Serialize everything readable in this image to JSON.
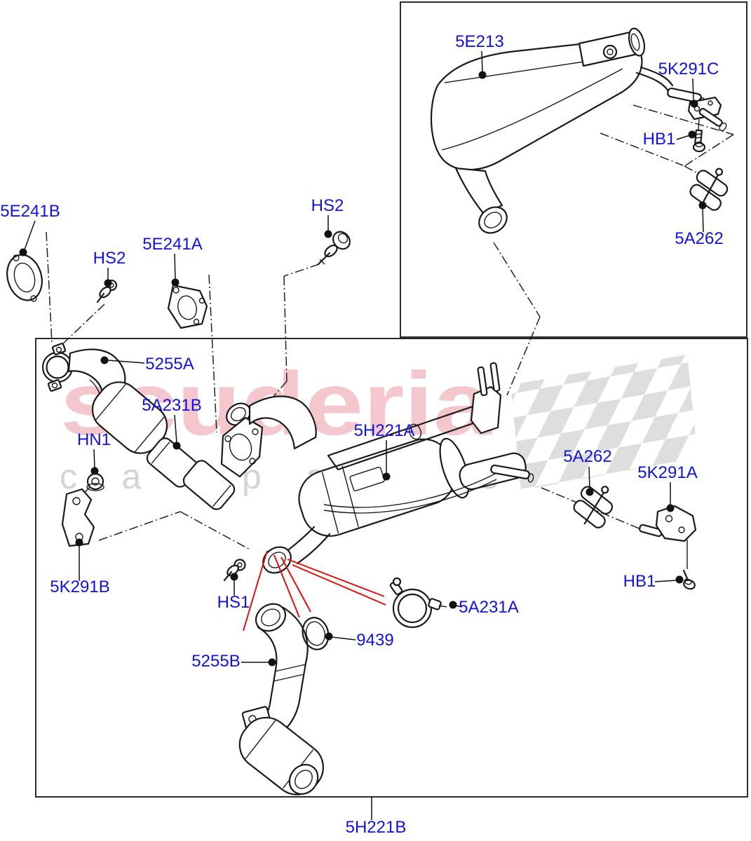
{
  "diagram": {
    "watermark": {
      "brand": "scuderia",
      "tagline": "c a r p a r t s"
    },
    "colors": {
      "label_blue": "#1212dd",
      "line": "#1a1a1a",
      "red_line": "#e01010",
      "watermark_pink": "#f4c6cd",
      "watermark_gray": "#d4d4d4",
      "checker_gray": "#dedede",
      "background": "#ffffff"
    },
    "labels": [
      {
        "id": "5E213",
        "text": "5E213"
      },
      {
        "id": "5K291C",
        "text": "5K291C"
      },
      {
        "id": "HB1-top",
        "text": "HB1"
      },
      {
        "id": "5A262-top",
        "text": "5A262"
      },
      {
        "id": "5E241B",
        "text": "5E241B"
      },
      {
        "id": "HS2-left",
        "text": "HS2"
      },
      {
        "id": "5E241A",
        "text": "5E241A"
      },
      {
        "id": "HS2-right",
        "text": "HS2"
      },
      {
        "id": "5255A",
        "text": "5255A"
      },
      {
        "id": "5A231B",
        "text": "5A231B"
      },
      {
        "id": "HN1",
        "text": "HN1"
      },
      {
        "id": "5K291B",
        "text": "5K291B"
      },
      {
        "id": "HS1",
        "text": "HS1"
      },
      {
        "id": "5H221A",
        "text": "5H221A"
      },
      {
        "id": "5A231A",
        "text": "5A231A"
      },
      {
        "id": "9439",
        "text": "9439"
      },
      {
        "id": "5255B",
        "text": "5255B"
      },
      {
        "id": "5A262-main",
        "text": "5A262"
      },
      {
        "id": "5K291A",
        "text": "5K291A"
      },
      {
        "id": "HB1-main",
        "text": "HB1"
      },
      {
        "id": "5H221B",
        "text": "5H221B"
      }
    ]
  }
}
